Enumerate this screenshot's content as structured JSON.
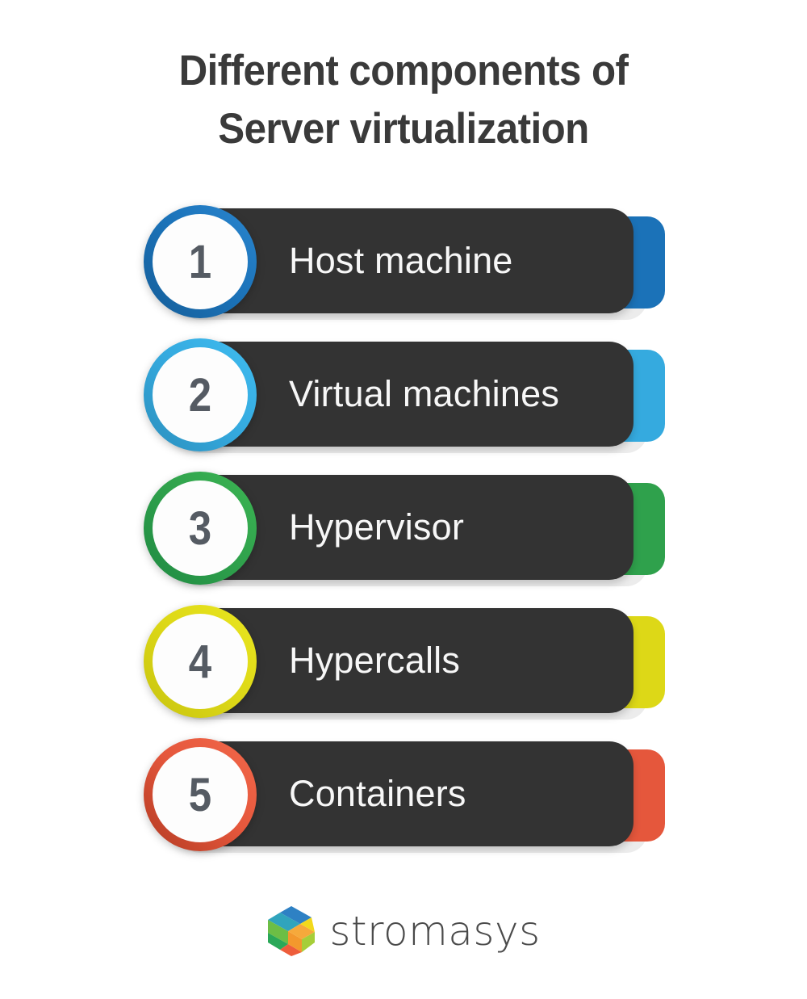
{
  "page": {
    "background_color": "#ffffff",
    "title_line_1": "Different components of",
    "title_line_2": "Server virtualization",
    "title_color": "#3a3a3a"
  },
  "list": {
    "bar_color": "#333333",
    "bar_text_color": "#f7f7f7",
    "shadow_card_color": "#ececec",
    "number_color": "#555b63",
    "items": [
      {
        "number": "1",
        "label": "Host machine",
        "accent_color": "#1b72b8",
        "accent_dark": "#155e99",
        "accent_light": "#2a86cf"
      },
      {
        "number": "2",
        "label": "Virtual machines",
        "accent_color": "#35aadf",
        "accent_dark": "#2b8fbd",
        "accent_light": "#3fbcf0"
      },
      {
        "number": "3",
        "label": "Hypervisor",
        "accent_color": "#2fa14c",
        "accent_dark": "#1f8a42",
        "accent_light": "#3cb553"
      },
      {
        "number": "4",
        "label": "Hypercalls",
        "accent_color": "#ddd817",
        "accent_dark": "#c8c40f",
        "accent_light": "#eae61f"
      },
      {
        "number": "5",
        "label": "Containers",
        "accent_color": "#e5573c",
        "accent_dark": "#b23a22",
        "accent_light": "#f2684a"
      }
    ]
  },
  "logo": {
    "text": "stromasys",
    "text_color": "#4a4a4a",
    "mark_colors": {
      "blue": "#2e81c4",
      "teal": "#30a4bd",
      "green_dark": "#2aa858",
      "green_mid": "#6cbe45",
      "lime": "#a6ce39",
      "yellow": "#f2d91c",
      "orange": "#f3982d",
      "orange_light": "#f6a93b",
      "red": "#ee5d3b"
    }
  }
}
